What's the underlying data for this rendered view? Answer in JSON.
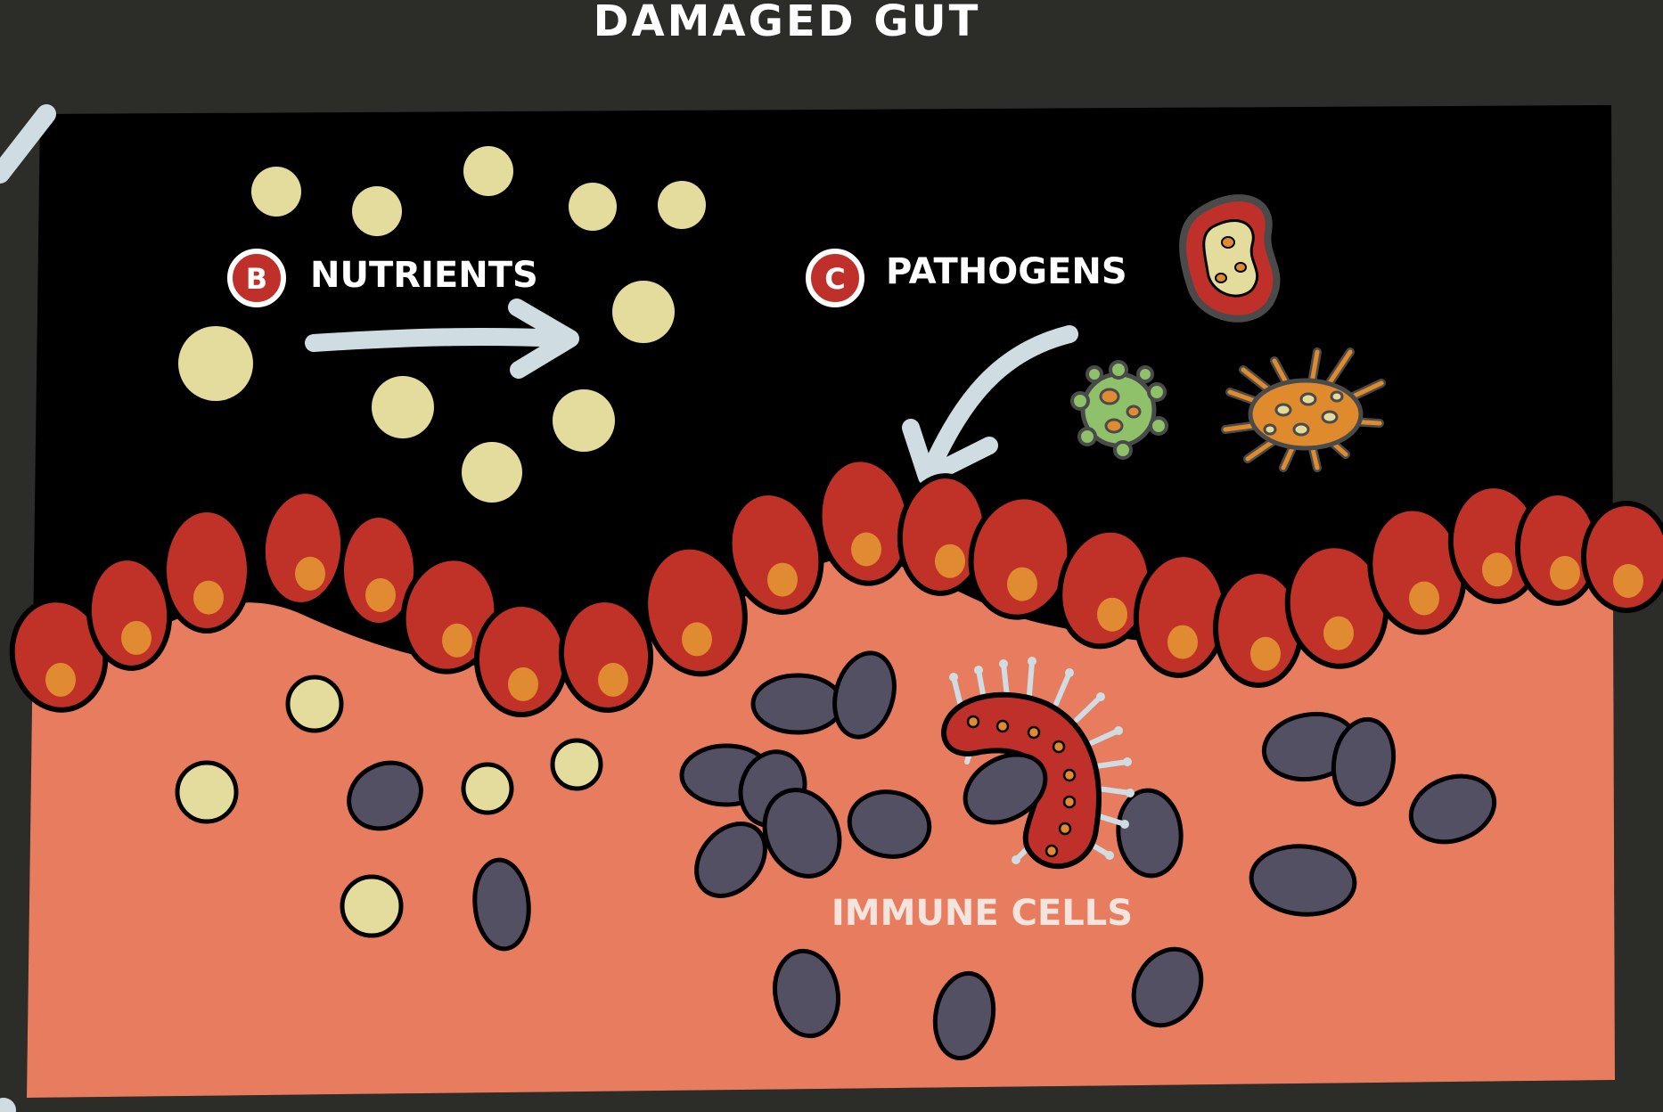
{
  "title": "DAMAGED GUT",
  "labels": {
    "nutrients": {
      "marker": "B",
      "text": "NUTRIENTS"
    },
    "pathogens": {
      "marker": "C",
      "text": "PATHOGENS"
    },
    "immune_cells": {
      "text": "IMMUNE CELLS"
    }
  },
  "colors": {
    "background": "#2c2d29",
    "lumen": "#000000",
    "tissue": "#e87c5f",
    "epithelial_cell": "#c03228",
    "cell_nucleus": "#e08a32",
    "nutrient": "#e3dc9c",
    "immune_cell": "#545063",
    "arrow": "#cfdde3",
    "label_text": "#ffffff",
    "marker_red": "#c0302a",
    "pathogen_green": "#8fc06a",
    "pathogen_orange": "#e08a2e"
  }
}
